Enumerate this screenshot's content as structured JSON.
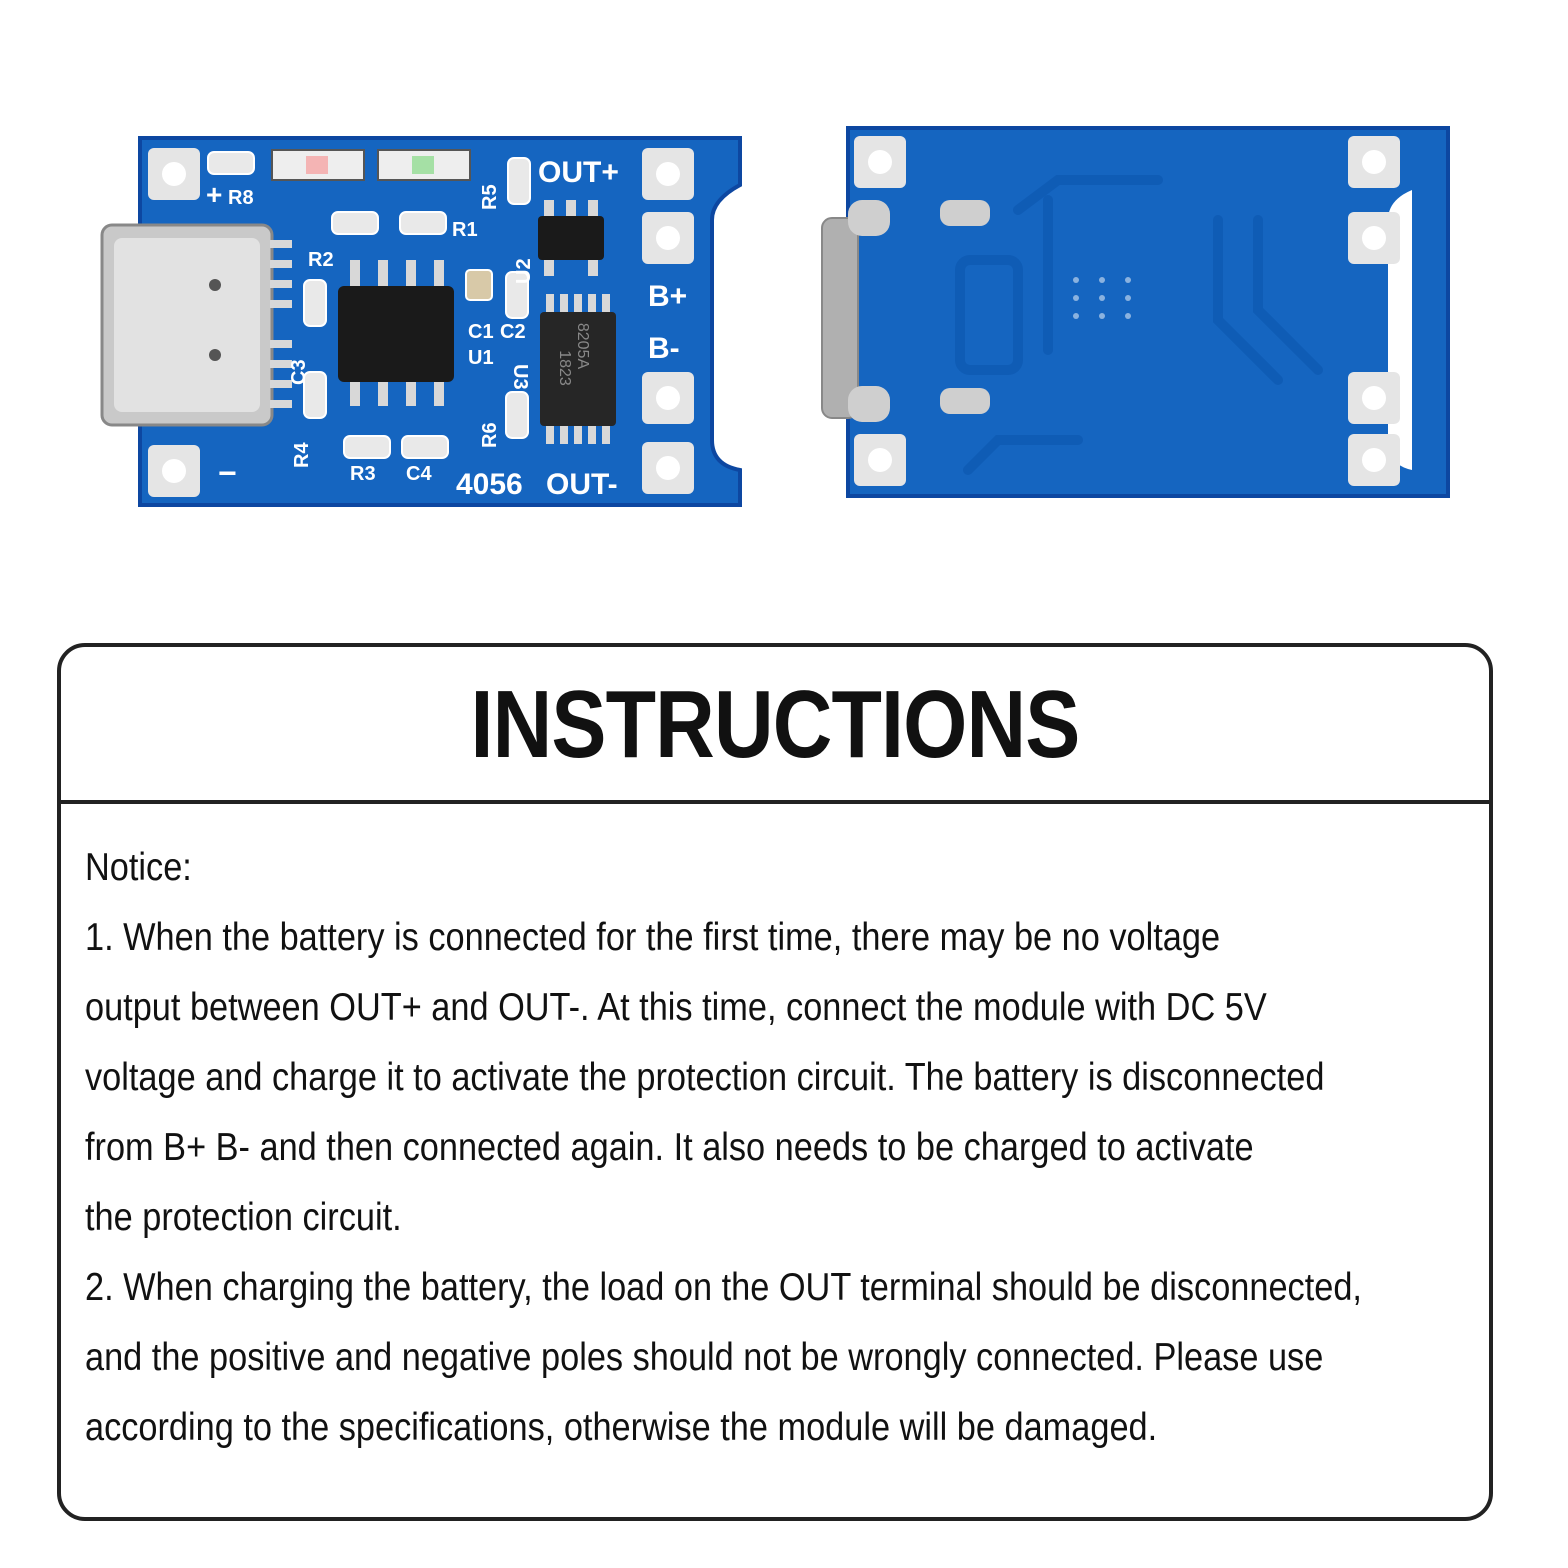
{
  "front_board": {
    "labels": {
      "out_plus": "OUT+",
      "out_minus": "OUT-",
      "b_plus": "B+",
      "b_minus": "B-",
      "model": "4056",
      "plus": "+",
      "minus": "−",
      "r1": "R1",
      "r2": "R2",
      "r3": "R3",
      "r4": "R4",
      "r5": "R5",
      "r6": "R6",
      "r8": "R8",
      "c1": "C1",
      "c2": "C2",
      "c3": "C3",
      "c4": "C4",
      "u1": "U1",
      "u2": "U2",
      "u3": "U3",
      "chip": "8205A",
      "chip_code": "1823"
    },
    "colors": {
      "board": "#1565c0",
      "pad": "#e5e5e5",
      "chip": "#1a1a1a"
    }
  },
  "instructions": {
    "title": "INSTRUCTIONS",
    "lines": [
      "Notice:",
      "1. When the battery is connected for the first time, there may be no voltage",
      "output between OUT+ and OUT-. At this time, connect the module with DC 5V",
      "voltage and charge it to activate the protection circuit. The battery is disconnected",
      "from B+ B- and then connected again. It also needs to be charged to activate",
      "the protection circuit.",
      "2. When charging the battery, the load on the OUT terminal should be disconnected,",
      "and the positive and negative poles should not be wrongly connected. Please use",
      "according to the specifications, otherwise the module will be damaged."
    ]
  }
}
